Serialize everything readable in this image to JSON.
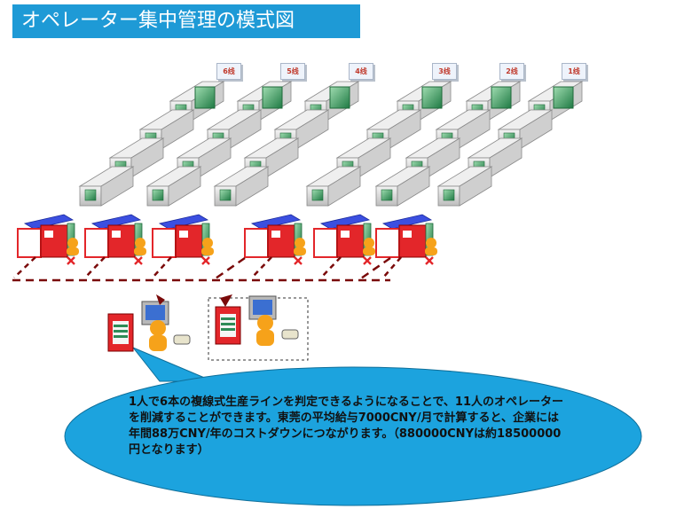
{
  "title": "オペレーター集中管理の模式図",
  "line_labels": [
    "6线",
    "5线",
    "4线",
    "3线",
    "2线",
    "1线"
  ],
  "colors": {
    "title_bg": "#1e9ad6",
    "callout": "#1ca3de",
    "machine_body": "#d9d9d9",
    "machine_green": "#2e8b57",
    "station_red": "#e3262a",
    "station_blue": "#2a3fd1",
    "dashed_line": "#7a0a0a",
    "operator": "#f6a21a"
  },
  "icons": [
    "machine-icon",
    "operator-icon",
    "cross-icon",
    "server-icon",
    "computer-icon",
    "phone-icon"
  ],
  "callout_text": "1人で6本の複線式生産ラインを判定できるようになることで、11人のオペレーターを削減することができます。東莞の平均給与7000CNY/月で計算すると、企業には年間88万CNY/年のコストダウンにつながります。（880000CNYは約18500000円となります）"
}
